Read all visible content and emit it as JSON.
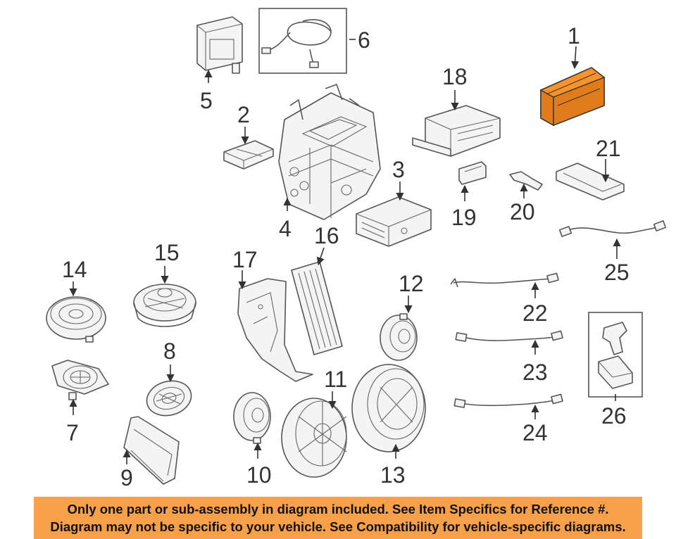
{
  "highlight_color": "#f7932b",
  "banner_color": "#f7a04a",
  "callouts": {
    "n1": "1",
    "n2": "2",
    "n3": "3",
    "n4": "4",
    "n5": "5",
    "n6": "6",
    "n7": "7",
    "n8": "8",
    "n9": "9",
    "n10": "10",
    "n11": "11",
    "n12": "12",
    "n13": "13",
    "n14": "14",
    "n15": "15",
    "n16": "16",
    "n17": "17",
    "n18": "18",
    "n19": "19",
    "n20": "20",
    "n21": "21",
    "n22": "22",
    "n23": "23",
    "n24": "24",
    "n25": "25",
    "n26": "26"
  },
  "highlighted_part": "1",
  "banner": {
    "line1": "Only one part or sub-assembly in diagram included. See Item Specifics for Reference #.",
    "line2": "Diagram may not be specific to your vehicle. See Compatibility for vehicle-specific diagrams."
  }
}
